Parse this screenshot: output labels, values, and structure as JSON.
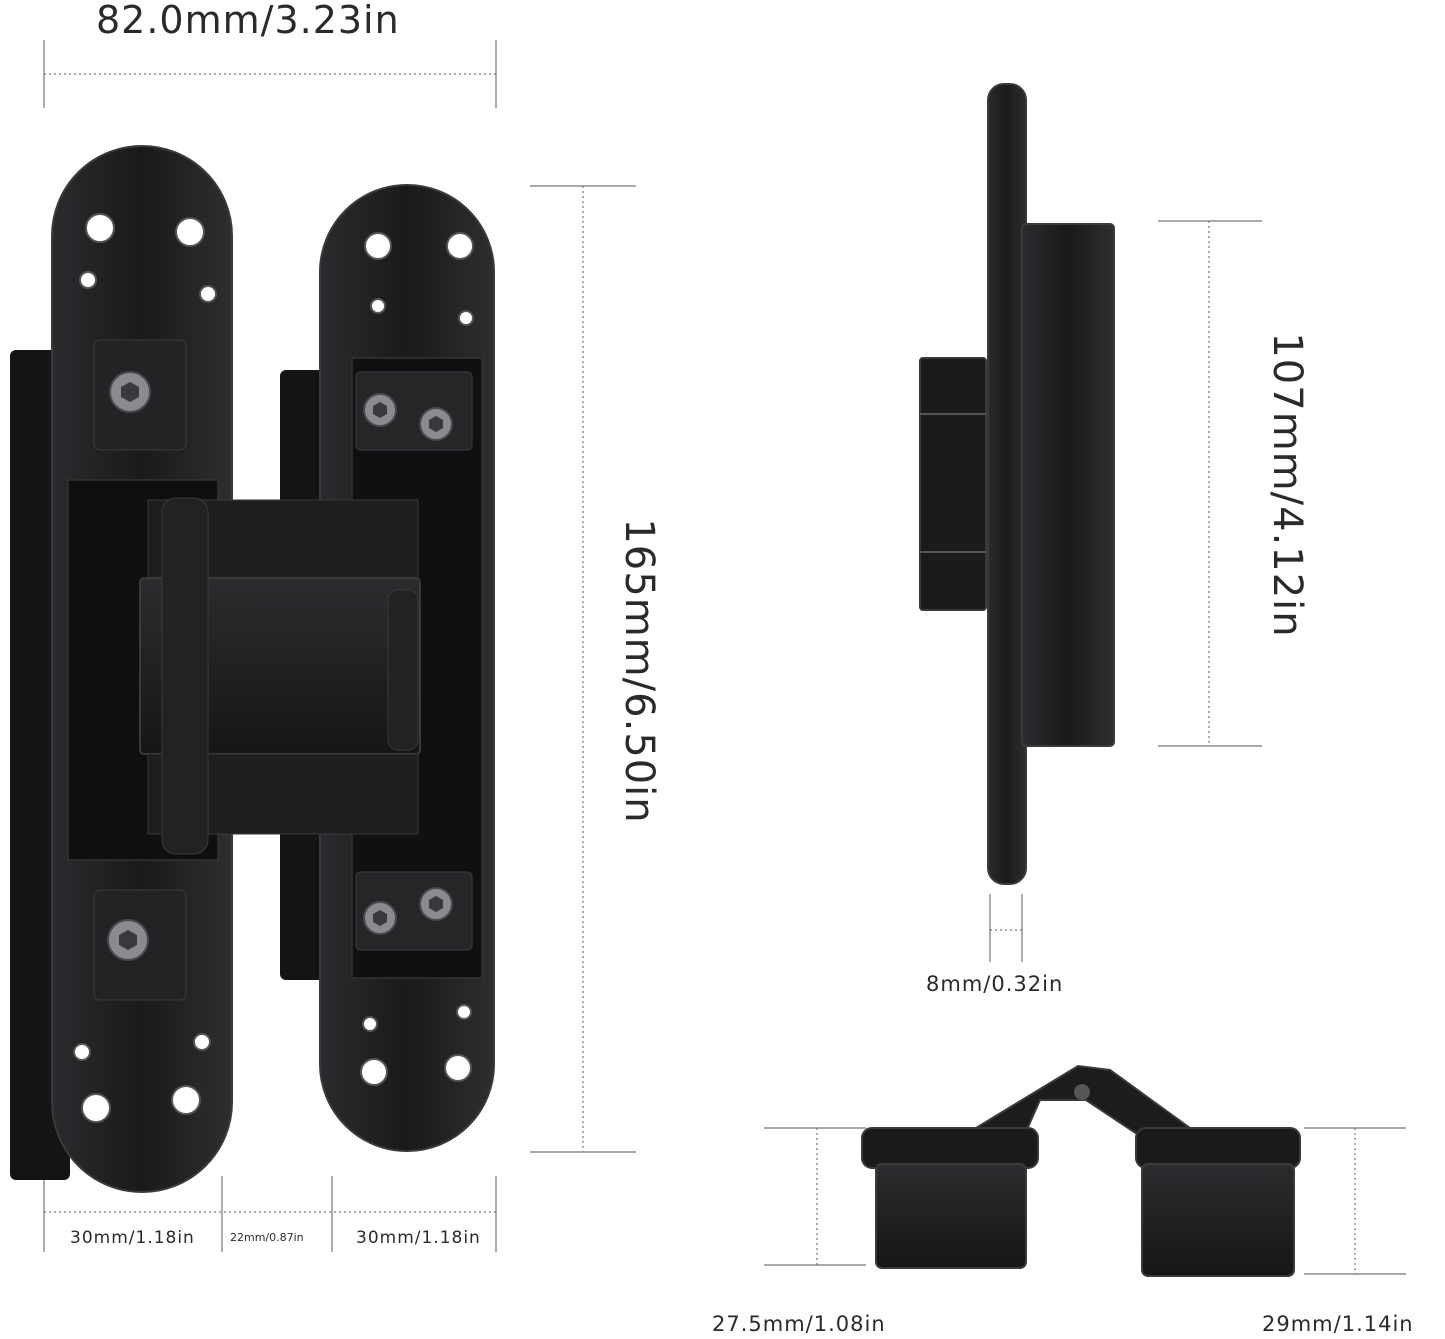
{
  "dimensions": {
    "total_width": "82.0mm/3.23in",
    "total_height": "165mm/6.50in",
    "plate_height": "107mm/4.12in",
    "plate_thickness": "8mm/0.32in",
    "left_leaf_width": "30mm/1.18in",
    "knuckle_width": "22mm/0.87in",
    "right_leaf_width": "30mm/1.18in",
    "left_body_depth": "27.5mm/1.08in",
    "right_body_depth": "29mm/1.14in"
  },
  "colors": {
    "hinge_body": "#1c1c1e",
    "hinge_edge": "#3a3a3d",
    "screw": "#8a8a8f",
    "dimension_line": "#777777",
    "text": "#2a2a2a"
  }
}
